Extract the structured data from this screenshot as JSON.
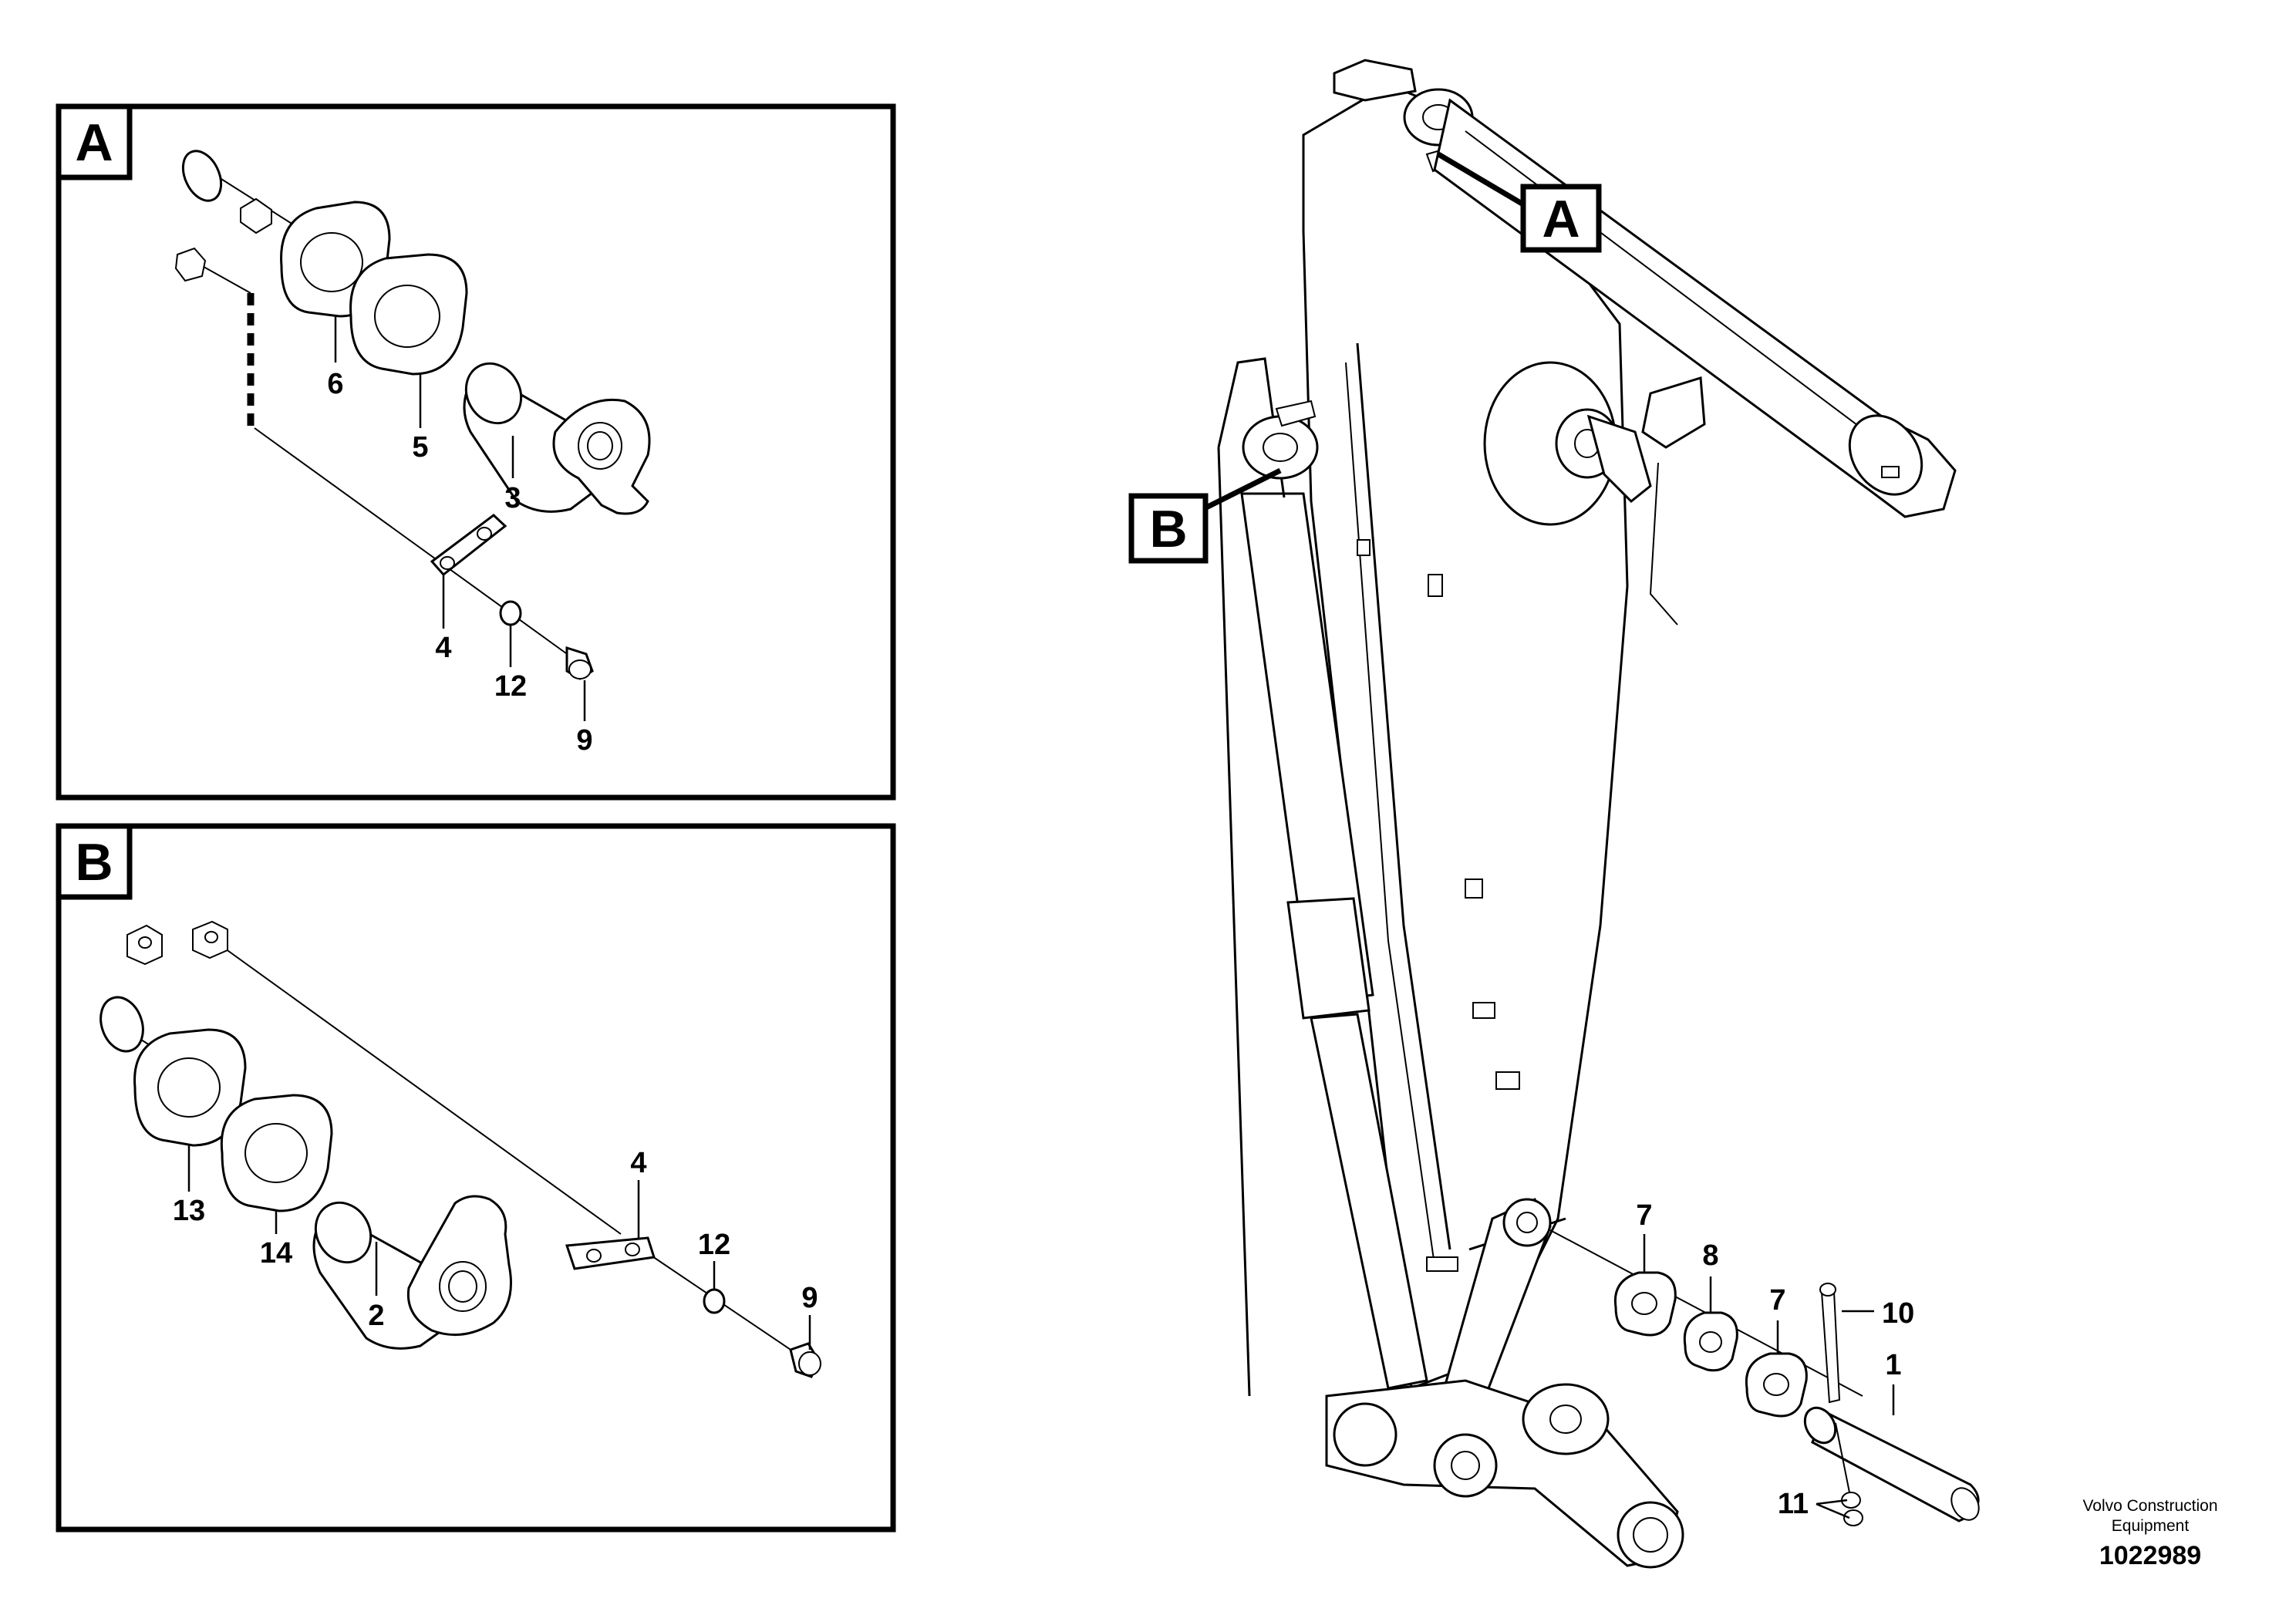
{
  "detail_a": {
    "tag": "A",
    "callouts": [
      "6",
      "5",
      "3",
      "4",
      "12",
      "9"
    ]
  },
  "detail_b": {
    "tag": "B",
    "callouts": [
      "13",
      "14",
      "2",
      "4",
      "12",
      "9"
    ]
  },
  "main_view": {
    "tags": [
      "A",
      "B"
    ],
    "callouts": [
      "7",
      "8",
      "7",
      "10",
      "1",
      "11"
    ]
  },
  "footer": {
    "brand_line1": "Volvo Construction",
    "brand_line2": "Equipment",
    "reference": "1022989"
  }
}
